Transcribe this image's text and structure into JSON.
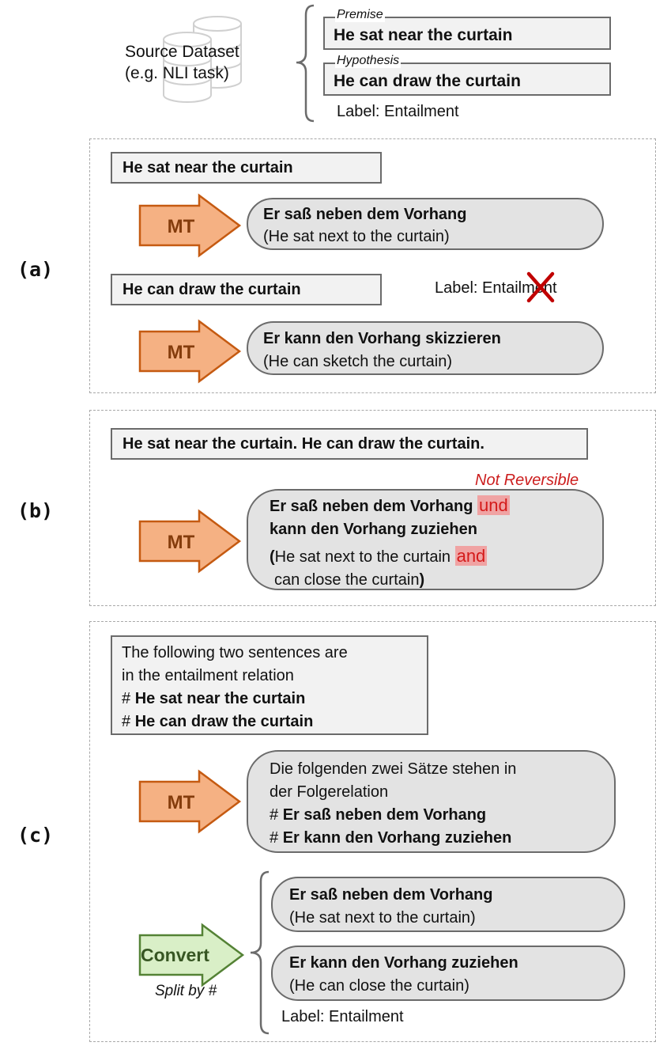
{
  "source": {
    "dataset_label_line1": "Source Dataset",
    "dataset_label_line2": "(e.g. NLI task)",
    "premise_tag": "Premise",
    "premise_text": "He sat near the curtain",
    "hypothesis_tag": "Hypothesis",
    "hypothesis_text": "He can draw the curtain",
    "label": "Label: Entailment"
  },
  "panel_a": {
    "tag": "(a)",
    "premise": "He sat near the curtain",
    "mt_label": "MT",
    "premise_de": "Er saß neben dem Vorhang",
    "premise_back": "(He sat next to the curtain)",
    "hypothesis": "He can draw the curtain",
    "label_crossed": "Label: Entailment",
    "hypothesis_de": "Er kann den Vorhang skizzieren",
    "hypothesis_back": "(He can sketch the curtain)"
  },
  "panel_b": {
    "tag": "(b)",
    "input": "He sat near the curtain. He can draw the curtain.",
    "note": "Not Reversible",
    "mt_label": "MT",
    "de_part1": "Er saß neben dem Vorhang",
    "de_conj": "und",
    "de_part2": "kann den Vorhang zuziehen",
    "back_open": "(",
    "back_part1": "He sat next to the curtain",
    "back_conj": "and",
    "back_part2": "can close the curtain",
    "back_close": ")"
  },
  "panel_c": {
    "tag": "(c)",
    "prompt_line1": "The following two sentences are",
    "prompt_line2": "in the entailment relation",
    "prompt_hash": "# ",
    "prompt_s1": "He sat near the curtain",
    "prompt_s2": "He can draw the curtain",
    "mt_label": "MT",
    "de_line1": "Die folgenden zwei Sätze stehen in",
    "de_line2": "der Folgerelation",
    "de_hash": "# ",
    "de_s1": "Er saß neben dem Vorhang",
    "de_s2": "Er kann den Vorhang zuziehen",
    "convert_label": "Convert",
    "convert_note": "Split by #",
    "out1_de": "Er saß neben dem Vorhang",
    "out1_back": "(He sat next to the curtain)",
    "out2_de": "Er kann den Vorhang zuziehen",
    "out2_back": "(He can close the curtain)",
    "label": "Label: Entailment"
  },
  "colors": {
    "mt_fill": "#f5b183",
    "mt_stroke": "#c55a11",
    "mt_text": "#843c0c",
    "convert_fill": "#d9efc7",
    "convert_stroke": "#548235",
    "convert_text": "#375623",
    "cross": "#c00000"
  }
}
